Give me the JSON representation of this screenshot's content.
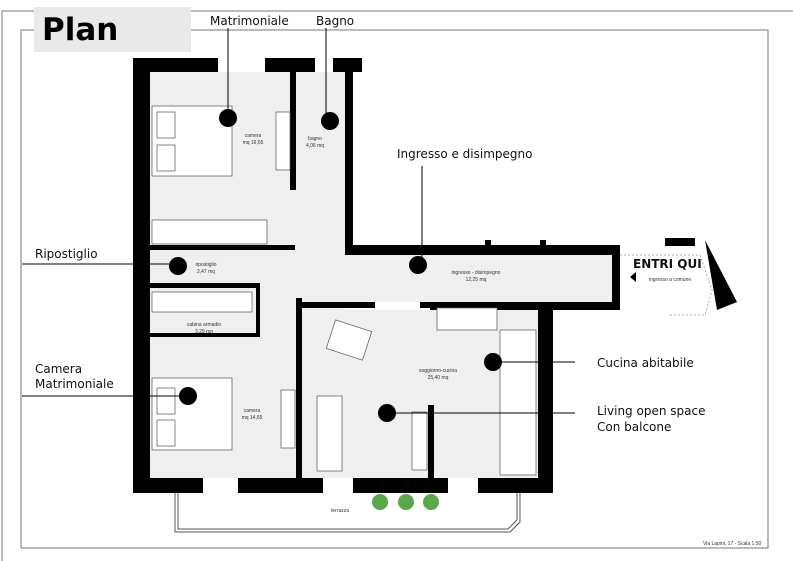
{
  "title": "Plan",
  "callouts": {
    "matrimoniale": "Matrimoniale",
    "bagno": "Bagno",
    "ingresso": "Ingresso e disimpegno",
    "ripostiglio": "Ripostiglio",
    "camera_line1": "Camera",
    "camera_line2": "Matrimoniale",
    "cucina": "Cucina abitabile",
    "living_line1": "Living open space",
    "living_line2": "Con balcone"
  },
  "rooms": {
    "camera1": {
      "name": "camera",
      "area": "mq 16,65"
    },
    "bagno": {
      "name": "bagno",
      "area": "4,06 mq"
    },
    "ripostiglio": {
      "name": "ripostiglio",
      "area": "2,47 mq"
    },
    "ingresso": {
      "name": "ingresso - disimpegno",
      "area": "12,25 mq"
    },
    "cabina": {
      "name": "cabina armadio",
      "area": "3,29 mq"
    },
    "camera2": {
      "name": "camera",
      "area": "mq 14,65"
    },
    "soggiorno": {
      "name": "soggiorno-cucina",
      "area": "25,40 mq"
    },
    "terrazza": {
      "name": "terrazza"
    }
  },
  "entrance": {
    "label": "ENTRI QUI",
    "sub": "ingresso a comune"
  },
  "footer": "Via Lapini, 17 - Scala 1:50",
  "colors": {
    "wall": "#000000",
    "floor": "#efefef",
    "plant": "#5aa84a",
    "title_bg": "#e8e9e8"
  }
}
